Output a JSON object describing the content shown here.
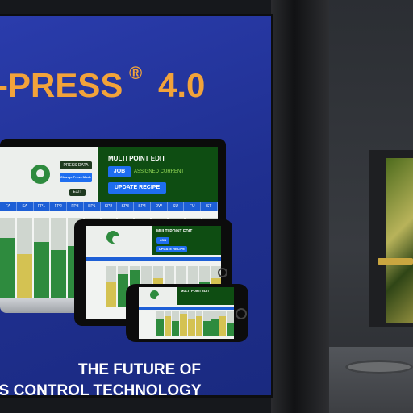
{
  "poster": {
    "brand_fragment": "-PRESS",
    "registered_mark": "®",
    "version": "4.0",
    "tagline_line1": "THE FUTURE OF",
    "tagline_line2": "SS CONTROL TECHNOLOGY"
  },
  "screen_ui": {
    "panel_title": "MULTI POINT EDIT",
    "job_button": "JOB",
    "job_status": "ASSIGNED CURRENT",
    "update_button": "UPDATE RECIPE",
    "left_badge_1": "PRESS DATA",
    "left_badge_2": "Change Press Mode",
    "left_badge_3": "EXIT",
    "tabs": [
      "FA",
      "SA",
      "FP1",
      "FP2",
      "FP3",
      "SP1",
      "SP2",
      "SP3",
      "SP4",
      "DW",
      "SU",
      "FU",
      "ST"
    ],
    "bar_levels": [
      0.75,
      0.55,
      0.7,
      0.6,
      0.65,
      0.0,
      0.0,
      0.0,
      0.0,
      0.0,
      0.0,
      0.0,
      0.0
    ],
    "bar_colors": [
      "#2e8b3e",
      "#d4c252",
      "#2e8b3e",
      "#2e8b3e",
      "#2e8b3e",
      "#cfd6cf",
      "#cfd6cf",
      "#cfd6cf",
      "#cfd6cf",
      "#cfd6cf",
      "#cfd6cf",
      "#cfd6cf",
      "#cfd6cf"
    ]
  },
  "tablet_ui": {
    "panel_title": "MULTI POINT EDIT",
    "job_button": "JOB",
    "update_button": "UPDATE RECIPE",
    "bar_levels": [
      0.6,
      0.8,
      0.9,
      0.55,
      0.7,
      0.5,
      0.5,
      0.5,
      0.6,
      0.7
    ],
    "bar_colors": [
      "#d4c252",
      "#2e8b3e",
      "#2e8b3e",
      "#d4c252",
      "#d4c252",
      "#d4c252",
      "#d4c252",
      "#2e8b3e",
      "#2e8b3e",
      "#d4c252"
    ]
  },
  "phone_ui": {
    "panel_title": "MULTI POINT EDIT",
    "bar_levels": [
      0.7,
      0.8,
      0.6,
      0.9,
      0.7,
      0.8,
      0.6,
      0.7,
      0.8,
      0.5
    ],
    "bar_colors": [
      "#2e8b3e",
      "#d4c252",
      "#2e8b3e",
      "#d4c252",
      "#d4c252",
      "#d4c252",
      "#2e8b3e",
      "#2e8b3e",
      "#d4c252",
      "#2e8b3e"
    ]
  }
}
